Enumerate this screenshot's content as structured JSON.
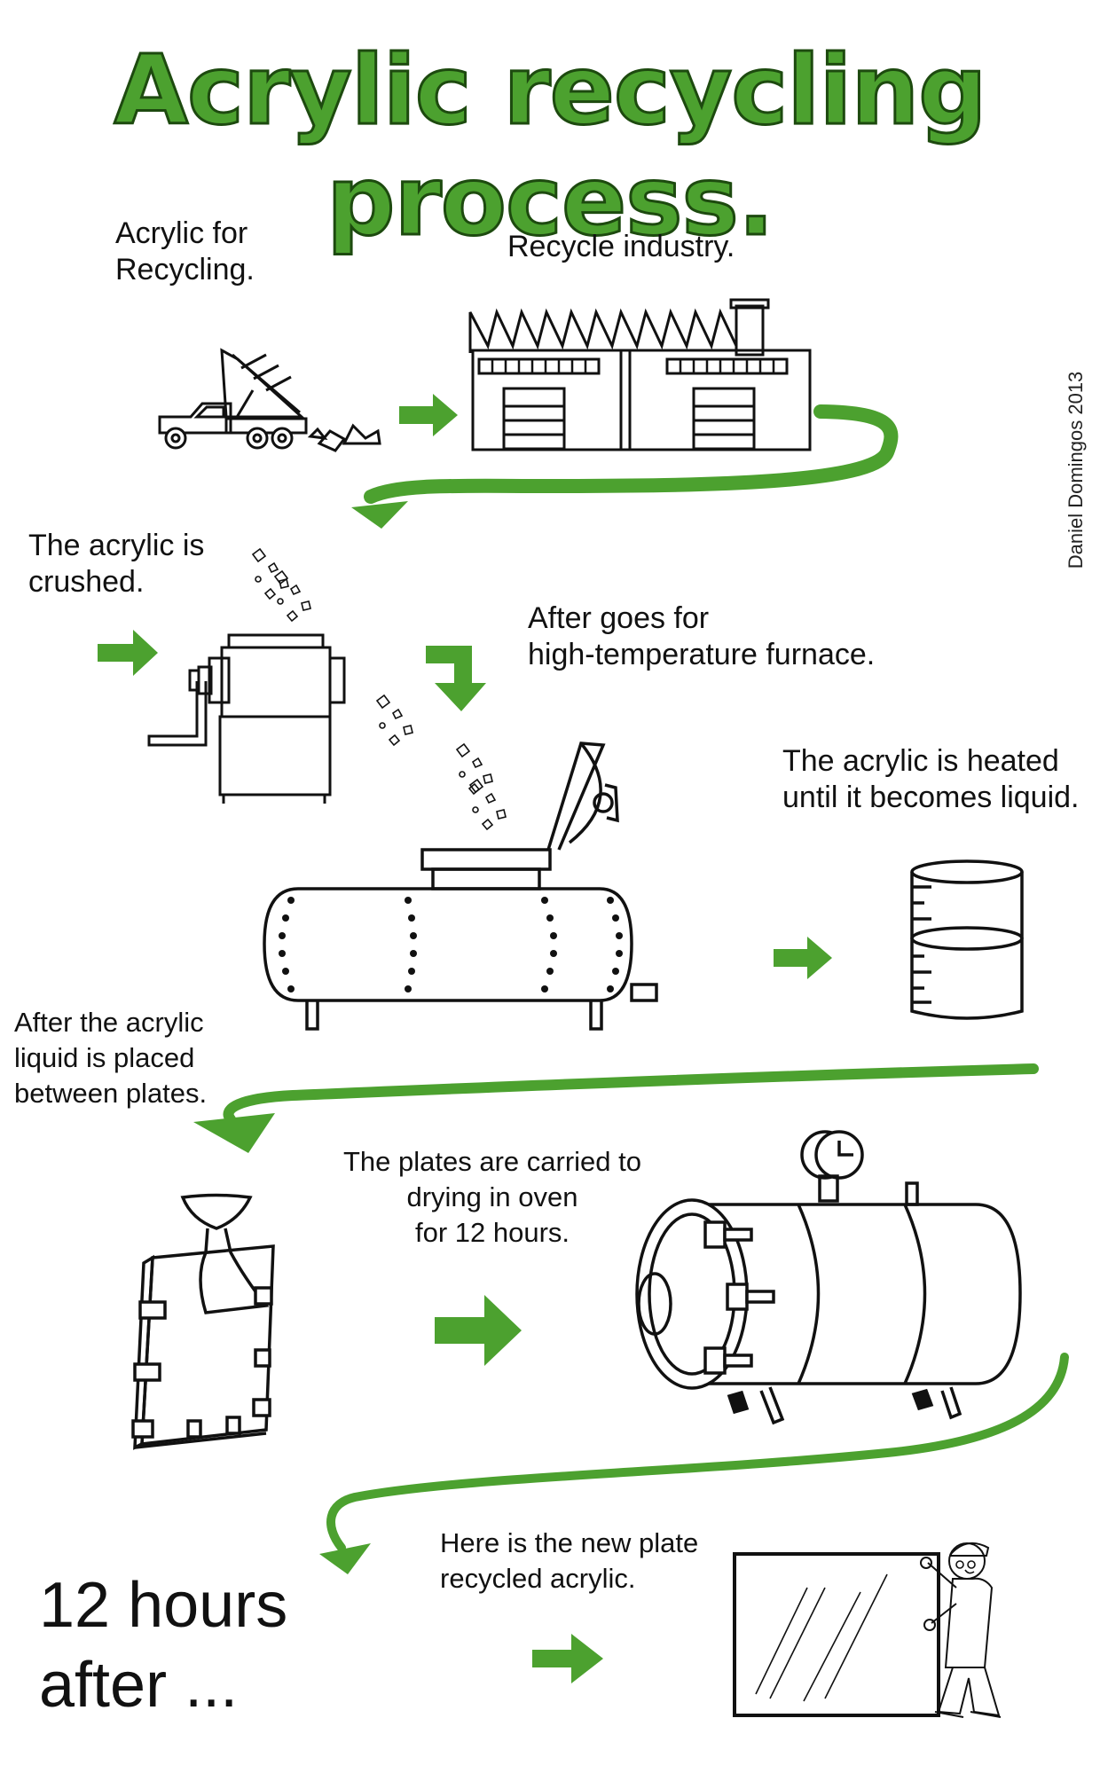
{
  "title": "Acrylic recycling process.",
  "credit": "Daniel Domingos 2013",
  "accent_color": "#4ca12f",
  "steps": [
    {
      "label": "Acrylic for\nRecycling."
    },
    {
      "label": "Recycle industry."
    },
    {
      "label": "The acrylic is\ncrushed."
    },
    {
      "label": "After goes for\nhigh-temperature furnace."
    },
    {
      "label": "The acrylic is heated\nuntil it becomes liquid."
    },
    {
      "label": "After the acrylic\nliquid is placed\nbetween plates."
    },
    {
      "label": "The plates are carried to\ndrying in oven\nfor 12 hours."
    },
    {
      "label": "12 hours\nafter ..."
    },
    {
      "label": "Here is the new plate\nrecycled acrylic."
    }
  ],
  "icons": [
    "dump-truck-icon",
    "factory-icon",
    "crusher-icon",
    "furnace-tank-icon",
    "measuring-beaker-icon",
    "plate-mold-icon",
    "drying-oven-icon",
    "worker-with-plate-icon",
    "arrow-icon"
  ]
}
